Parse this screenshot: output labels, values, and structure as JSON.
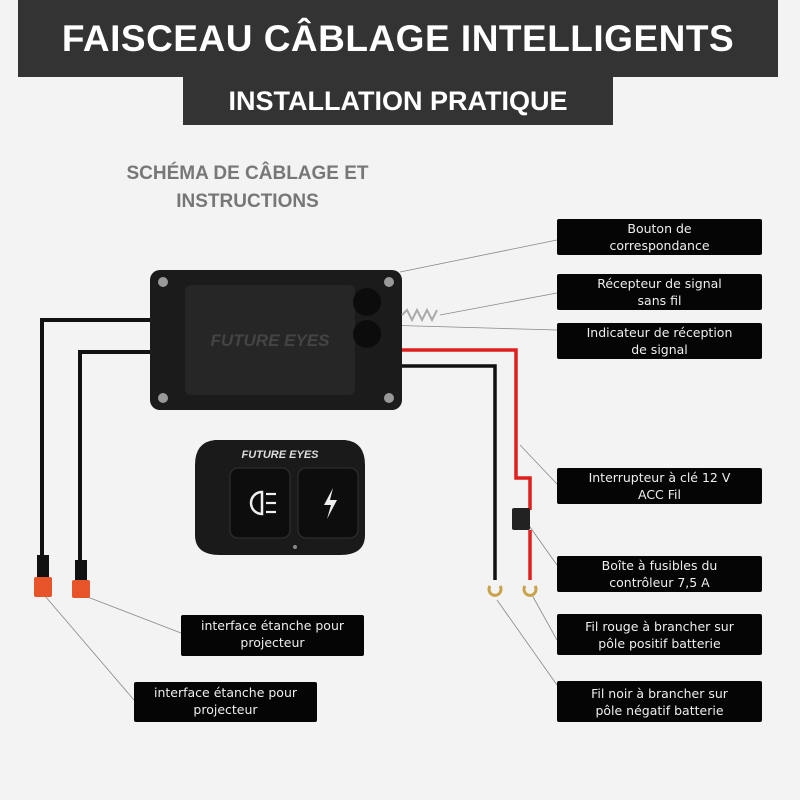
{
  "header": {
    "title": "FAISCEAU CÂBLAGE INTELLIGENTS",
    "subtitle": "INSTALLATION PRATIQUE"
  },
  "section_title": {
    "line1": "SCHÉMA DE CÂBLAGE ET",
    "line2": "INSTRUCTIONS"
  },
  "product": {
    "brand": "FUTURE EYES"
  },
  "labels": {
    "match_button": {
      "l1": "Bouton de",
      "l2": "correspondance"
    },
    "receiver": {
      "l1": "Récepteur de signal",
      "l2": "sans fil"
    },
    "indicator": {
      "l1": "Indicateur de réception",
      "l2": "de signal"
    },
    "key_switch": {
      "l1": "Interrupteur à clé 12 V",
      "l2": "ACC Fil"
    },
    "fuse_box": {
      "l1": "Boîte à fusibles du",
      "l2": "contrôleur 7,5 A"
    },
    "red_wire": {
      "l1": "Fil rouge à brancher sur",
      "l2": "pôle positif  batterie"
    },
    "black_wire": {
      "l1": "Fil noir à brancher sur",
      "l2": "pôle négatif batterie"
    },
    "interface1": {
      "l1": "interface étanche pour",
      "l2": "projecteur"
    },
    "interface2": {
      "l1": "interface étanche pour",
      "l2": "projecteur"
    }
  },
  "colors": {
    "header_bg": "#333334",
    "wire_red": "#e0201c",
    "connector": "#e8542a"
  }
}
